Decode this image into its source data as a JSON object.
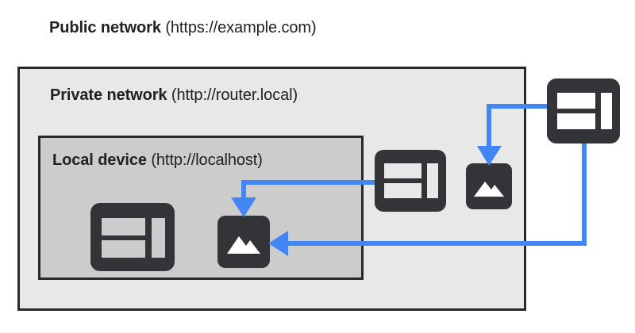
{
  "diagram": {
    "title": "Private network access diagram",
    "colors": {
      "accent_blue": "#4285f4",
      "icon_dark": "#323438",
      "border_dark": "#26282b",
      "public_background": "#ffffff",
      "private_background": "#e8e8e8",
      "local_background": "#cccccc",
      "text": "#202124"
    }
  },
  "zones": {
    "public": {
      "name": "Public network",
      "url": "(https://example.com)",
      "label": "Public network (https://example.com)"
    },
    "private": {
      "name": "Private network",
      "url": "(http://router.local)",
      "label": "Private network (http://router.local)"
    },
    "local": {
      "name": "Local device",
      "url": "(http://localhost)",
      "label": "Local device (http://localhost)"
    }
  },
  "nodes": [
    {
      "id": "browser-local",
      "icon": "browser-window-icon",
      "zone": "local",
      "label": "Browser window on local device"
    },
    {
      "id": "image-local",
      "icon": "image-icon",
      "zone": "local",
      "label": "Image resource on local device"
    },
    {
      "id": "browser-router",
      "icon": "browser-window-icon",
      "zone": "private",
      "label": "Browser window on private network"
    },
    {
      "id": "image-router",
      "icon": "image-icon",
      "zone": "private",
      "label": "Image resource on private network"
    },
    {
      "id": "browser-public",
      "icon": "browser-window-icon",
      "zone": "public",
      "label": "Browser window on public network"
    }
  ],
  "connectors": [
    {
      "id": "router-browser-to-local-image",
      "from": "browser-router",
      "to": "image-local",
      "arrow": "down",
      "color": "#4285f4"
    },
    {
      "id": "public-browser-to-router-image",
      "from": "browser-public",
      "to": "image-router",
      "arrow": "down",
      "color": "#4285f4"
    },
    {
      "id": "public-browser-to-local-image",
      "from": "browser-public",
      "to": "image-local",
      "arrow": "left",
      "color": "#4285f4"
    }
  ]
}
